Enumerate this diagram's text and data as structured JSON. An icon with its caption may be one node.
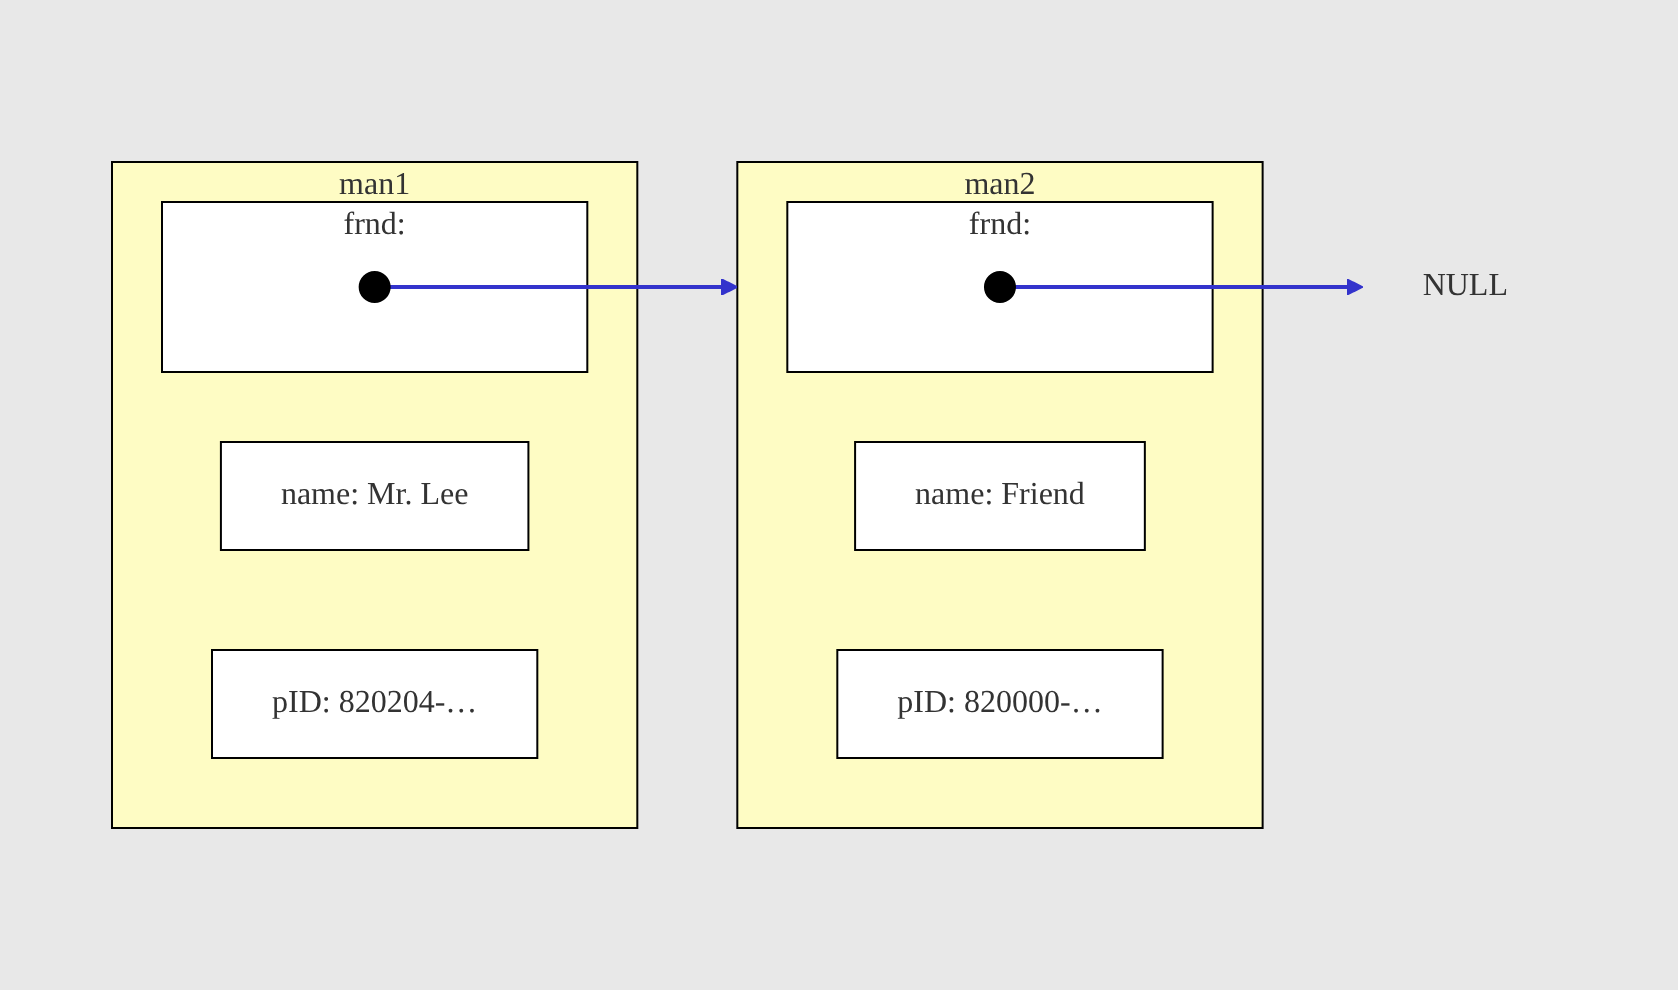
{
  "diagram": {
    "nodes": [
      {
        "text": [
          "man1"
        ]
      },
      {
        "text": [
          "name: Mr. Lee"
        ],
        "in": 0
      },
      {
        "text": [
          "pID: 820204-…"
        ],
        "in": 0
      },
      {
        "text": [
          "frnd:"
        ],
        "in": 0
      },
      {
        "text": [],
        "shape": "circle",
        "in": 3
      },
      {
        "text": [
          "man2"
        ]
      },
      {
        "text": [
          "name: Friend"
        ],
        "in": 5
      },
      {
        "text": [
          "pID: 820000-…"
        ],
        "in": 5
      },
      {
        "text": [
          "frnd:"
        ],
        "in": 5
      },
      {
        "text": [],
        "shape": "circle",
        "in": 8
      },
      {
        "text": [
          "NULL"
        ]
      }
    ],
    "edges": [
      {
        "from": 4,
        "to": 5,
        "arrow": "to"
      },
      {
        "from": 9,
        "to": 10,
        "arrow": "to"
      }
    ]
  }
}
